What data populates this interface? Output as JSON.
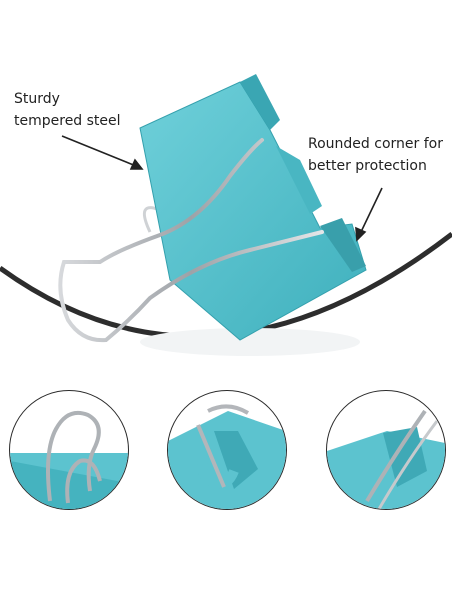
{
  "labels": {
    "left": [
      "Sturdy",
      "tempered steel"
    ],
    "right": [
      "Rounded corner for",
      "better protection"
    ]
  },
  "colors": {
    "clip": "#5cc3cf",
    "clip_dark": "#3aa6b3",
    "wire": "#b9bcc0",
    "arc": "#2d2d2d"
  },
  "icons": [
    "binder-clip-image",
    "wire-handle-detail",
    "clip-jaw-detail",
    "rounded-corner-detail"
  ]
}
